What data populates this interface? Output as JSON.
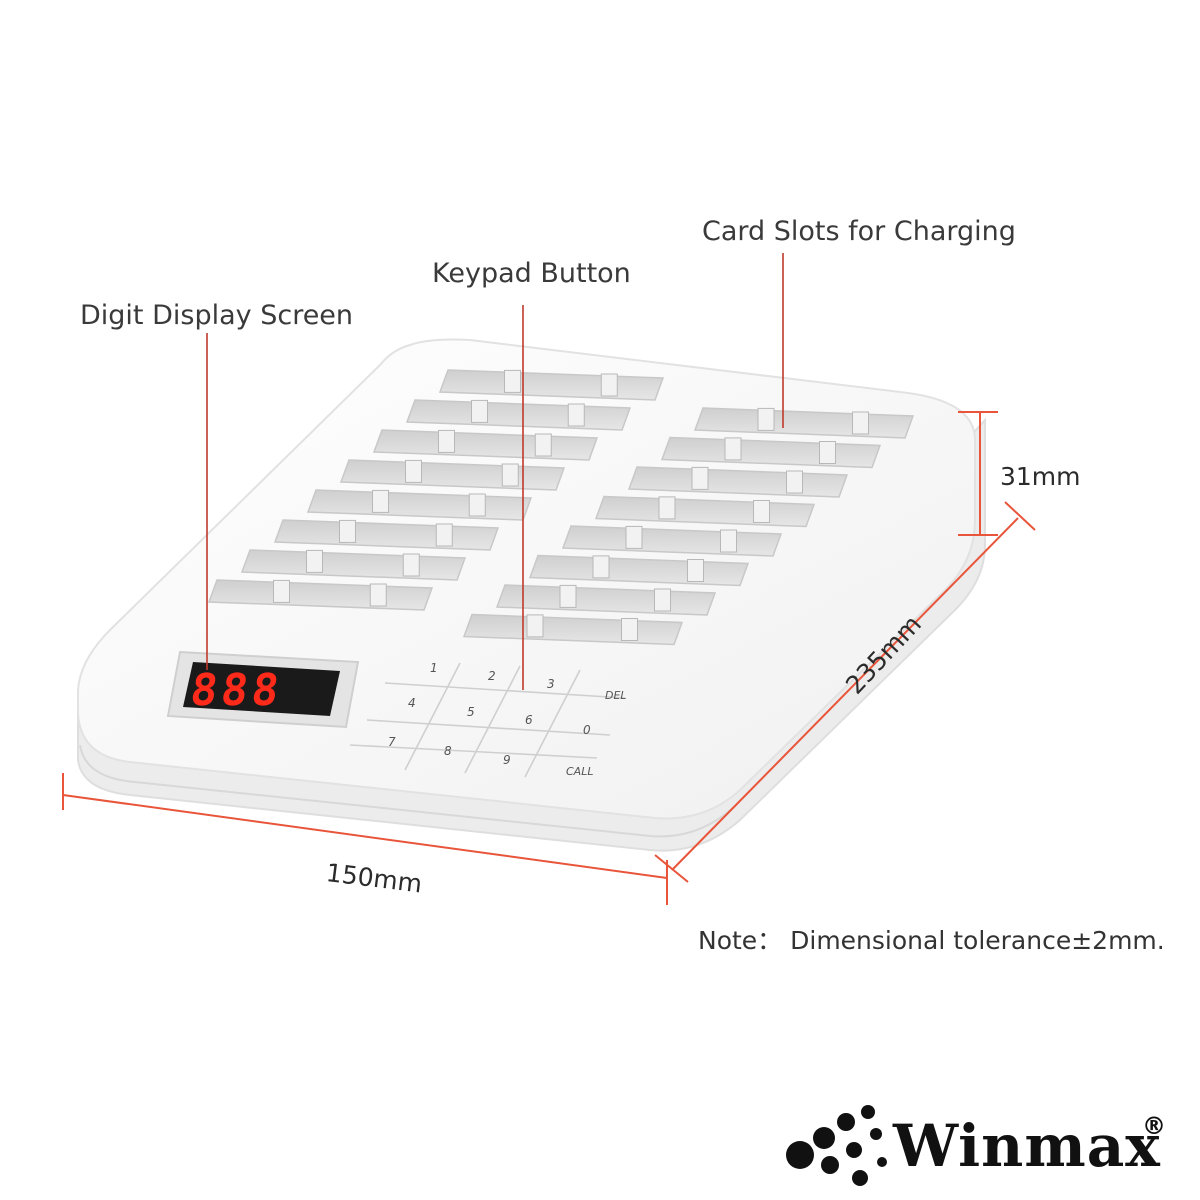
{
  "labels": {
    "digit_display": "Digit Display Screen",
    "keypad_button": "Keypad Button",
    "card_slots": "Card Slots for Charging"
  },
  "dimensions": {
    "height": "31mm",
    "length": "235mm",
    "width": "150mm"
  },
  "note": "Note： Dimensional tolerance±2mm.",
  "display": {
    "digits": "888"
  },
  "keypad": {
    "keys": [
      "1",
      "2",
      "3",
      "DEL",
      "4",
      "5",
      "6",
      "0",
      "7",
      "8",
      "9",
      "CALL"
    ]
  },
  "brand": {
    "name": "Winmax",
    "mark": "®"
  },
  "colors": {
    "leader_line": "#c0392b",
    "dimension_line": "#e8553a",
    "display_digits": "#ff2a1a",
    "device_body": "#f4f4f4"
  }
}
